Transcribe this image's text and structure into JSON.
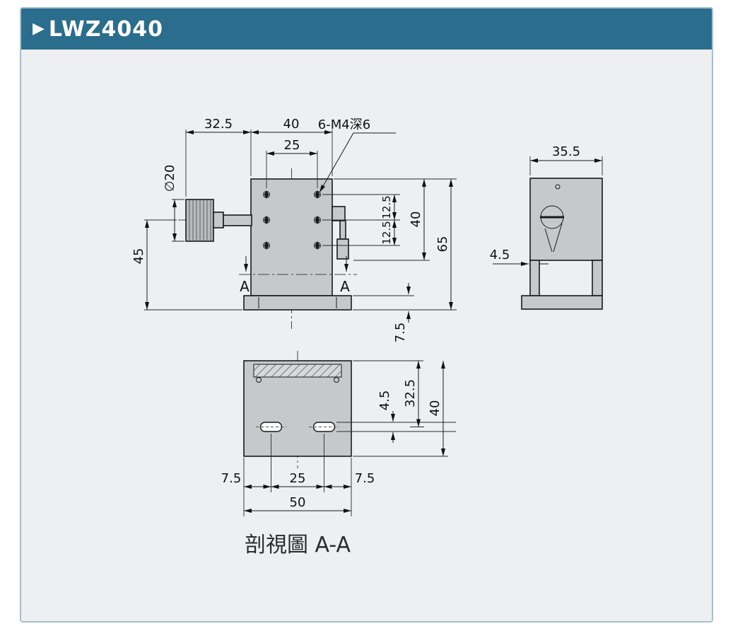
{
  "header": {
    "arrow": "▶",
    "title": "LWZ4040"
  },
  "front": {
    "dim_knob_to_body": "32.5",
    "dim_body_width": "40",
    "dim_hole_spacing_h": "25",
    "thread_note": "6-M4深6",
    "dim_knob_dia": "∅20",
    "dim_axis_height": "45",
    "dim_row_upper": "12.5",
    "dim_row_lower": "12.5",
    "dim_body_height": "40",
    "dim_overall_height": "65",
    "dim_base_height": "7.5",
    "section_mark_left": "A",
    "section_mark_right": "A"
  },
  "side": {
    "dim_depth": "35.5",
    "dim_plate": "4.5"
  },
  "section": {
    "dim_slot_width": "4.5",
    "dim_slot_offset": "32.5",
    "dim_height": "40",
    "dim_left_margin": "7.5",
    "dim_slot_spacing": "25",
    "dim_right_margin": "7.5",
    "dim_width": "50",
    "caption": "剖視圖 A-A"
  },
  "colors": {
    "header_bg": "#2a6d8c",
    "panel_bg": "#edeff0",
    "body_fill": "#c6c8c9",
    "line": "#1a1a1a",
    "border": "#a9bfca"
  }
}
